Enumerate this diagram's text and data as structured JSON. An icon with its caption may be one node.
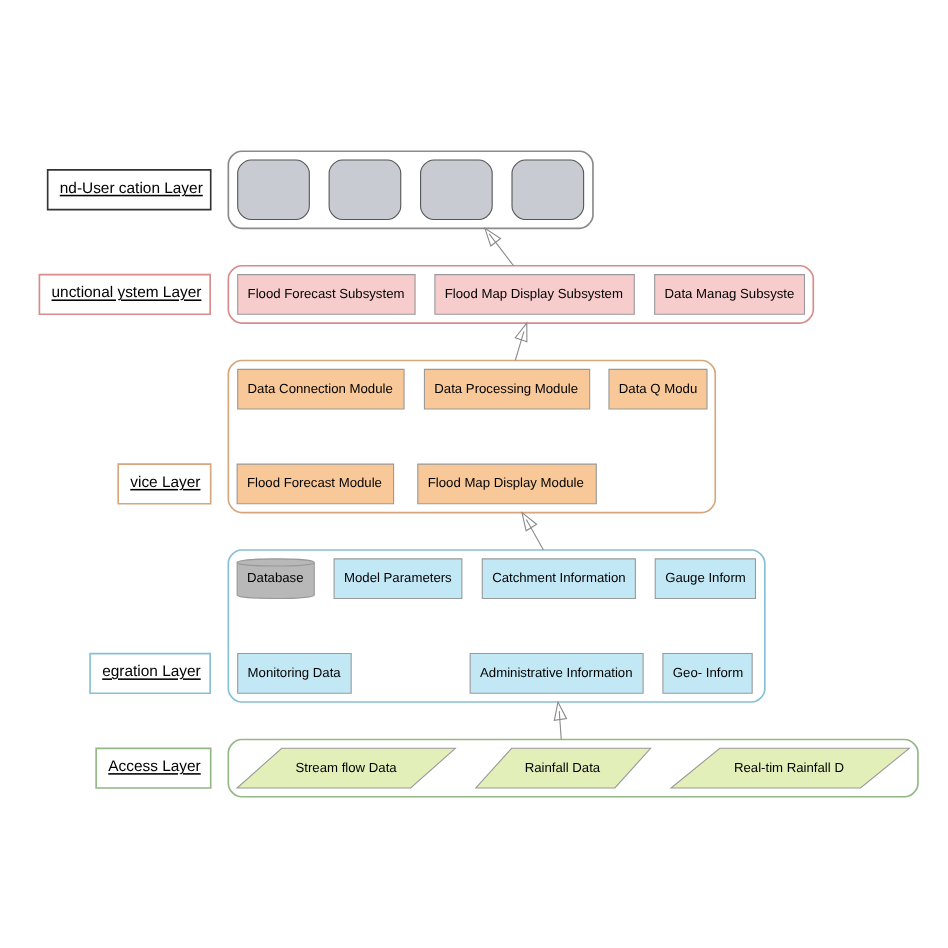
{
  "diagram": {
    "nodes": [
      {
        "text": [
          "nd-User cation Layer"
        ]
      },
      {
        "text": [],
        "shape": "box"
      },
      {
        "text": [],
        "shape": "box",
        "in": 1
      },
      {
        "text": [],
        "shape": "box",
        "in": 1
      },
      {
        "text": [],
        "shape": "box",
        "in": 1
      },
      {
        "text": [],
        "shape": "box",
        "in": 1
      },
      {
        "text": [
          "unctional ystem Layer"
        ]
      },
      {
        "text": [],
        "shape": "box"
      },
      {
        "text": [
          "Flood Forecast Subsystem"
        ],
        "in": 7
      },
      {
        "text": [
          "Flood Map Display Subsystem"
        ],
        "in": 7
      },
      {
        "text": [
          "Data Manag Subsyste"
        ],
        "in": 7
      },
      {
        "text": [
          "vice Layer"
        ]
      },
      {
        "text": [],
        "shape": "box"
      },
      {
        "text": [
          "Data Connection Module"
        ],
        "in": 12
      },
      {
        "text": [
          "Data Processing Module"
        ],
        "in": 12
      },
      {
        "text": [
          "Data Q Modu"
        ],
        "in": 12
      },
      {
        "text": [
          "Flood Forecast Module"
        ],
        "in": 12
      },
      {
        "text": [
          "Flood Map Display Module"
        ],
        "in": 12
      },
      {
        "text": [
          "egration Layer"
        ]
      },
      {
        "text": [],
        "shape": "box"
      },
      {
        "text": [
          "Database"
        ],
        "in": 19
      },
      {
        "text": [
          "Model Parameters"
        ],
        "in": 19
      },
      {
        "text": [
          "Catchment Information"
        ],
        "in": 19
      },
      {
        "text": [
          "Gauge Inform"
        ],
        "in": 19
      },
      {
        "text": [
          "Monitoring Data"
        ],
        "in": 19
      },
      {
        "text": [
          "Administrative Information"
        ],
        "in": 19
      },
      {
        "text": [
          "Geo- Inform"
        ],
        "in": 19
      },
      {
        "text": [
          "Access Layer"
        ]
      },
      {
        "text": [],
        "shape": "box"
      },
      {
        "text": [
          "Stream flow Data"
        ],
        "in": 28
      },
      {
        "text": [
          "Rainfall Data"
        ],
        "in": 28
      },
      {
        "text": [
          "Real-tim Rainfall D"
        ],
        "in": 28
      }
    ],
    "edges": [
      {
        "from": 28,
        "to": 19,
        "arrow": "to"
      },
      {
        "from": 19,
        "to": 12,
        "arrow": "to"
      },
      {
        "from": 12,
        "to": 7,
        "arrow": "to"
      },
      {
        "from": 7,
        "to": 1,
        "arrow": "to"
      }
    ]
  }
}
